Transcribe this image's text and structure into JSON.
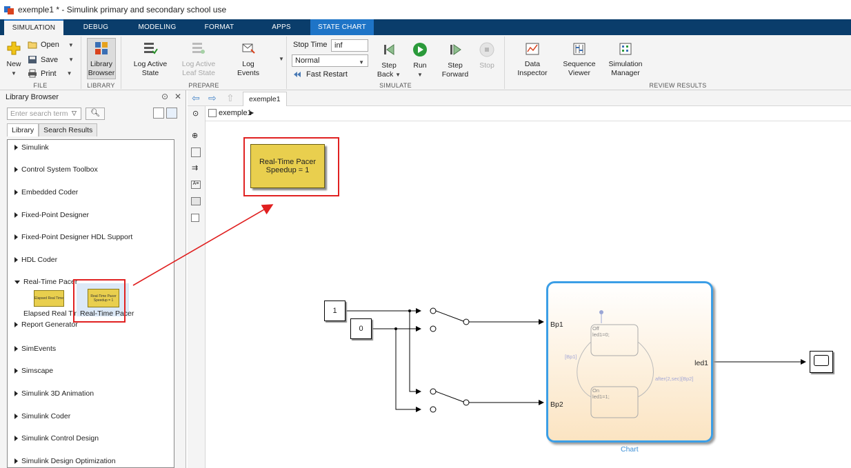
{
  "window": {
    "title": "exemple1 * - Simulink primary and secondary school use"
  },
  "tabs": [
    "SIMULATION",
    "DEBUG",
    "MODELING",
    "FORMAT",
    "APPS",
    "STATE CHART"
  ],
  "ribbon": {
    "file": {
      "label": "FILE",
      "new": "New",
      "open": "Open",
      "save": "Save",
      "print": "Print"
    },
    "library": {
      "label": "LIBRARY",
      "browser_l1": "Library",
      "browser_l2": "Browser"
    },
    "prepare": {
      "label": "PREPARE",
      "log_active_l1": "Log Active",
      "log_active_l2": "State",
      "log_leaf_l1": "Log Active",
      "log_leaf_l2": "Leaf State",
      "log_events_l1": "Log",
      "log_events_l2": "Events"
    },
    "simulate": {
      "label": "SIMULATE",
      "stop_time_label": "Stop Time",
      "stop_time_value": "inf",
      "mode": "Normal",
      "fast_restart": "Fast Restart",
      "step_back_l1": "Step",
      "step_back_l2": "Back",
      "run": "Run",
      "step_fwd_l1": "Step",
      "step_fwd_l2": "Forward",
      "stop": "Stop"
    },
    "review": {
      "label": "REVIEW RESULTS",
      "data_l1": "Data",
      "data_l2": "Inspector",
      "seq_l1": "Sequence",
      "seq_l2": "Viewer",
      "simmgr_l1": "Simulation",
      "simmgr_l2": "Manager"
    }
  },
  "library_browser": {
    "title": "Library Browser",
    "search_placeholder": "Enter search term",
    "tabs": [
      "Library",
      "Search Results"
    ],
    "items": [
      "Simulink",
      "Control System Toolbox",
      "Embedded Coder",
      "Fixed-Point Designer",
      "Fixed-Point Designer HDL Support",
      "HDL Coder",
      "Real-Time Pacer",
      "Report Generator",
      "SimEvents",
      "Simscape",
      "Simulink 3D Animation",
      "Simulink Coder",
      "Simulink Control Design",
      "Simulink Design Optimization"
    ],
    "blocks": [
      {
        "inner": "Elapsed Real Time",
        "label": "Elapsed Real Time"
      },
      {
        "inner_l1": "Real-Time Pacer",
        "inner_l2": "Speedup = 1",
        "label": "Real-Time Pacer"
      }
    ]
  },
  "editor": {
    "tab": "exemple1",
    "breadcrumb": "exemple1",
    "pacer_block": {
      "line1": "Real-Time Pacer",
      "line2": "Speedup = 1"
    },
    "const1": "1",
    "const0": "0",
    "chart": {
      "name": "Chart",
      "in1": "Bp1",
      "in2": "Bp2",
      "out": "led1",
      "state_off": "Off",
      "state_off_action": "led1=0;",
      "state_on": "On",
      "state_on_action": "led1=1;",
      "trans_left": "[Bp1]",
      "trans_right": "after(2,sec)[Bp2]"
    }
  },
  "colors": {
    "tabbar": "#0a3d6b",
    "state_tab": "#1e74c7",
    "block_yellow": "#e9cf4e",
    "highlight_red": "#e02020",
    "chart_border": "#3b9ee6"
  }
}
